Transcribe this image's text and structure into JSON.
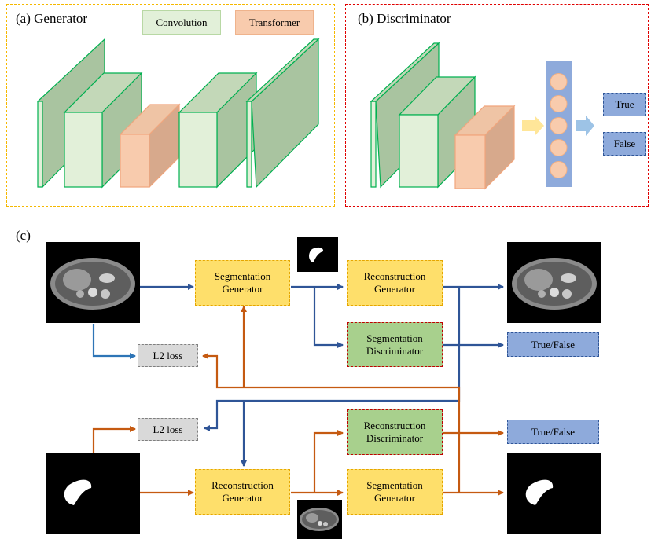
{
  "panel_a": {
    "title": "(a) Generator",
    "legend_convolution": "Convolution",
    "legend_transformer": "Transformer"
  },
  "panel_b": {
    "title": "(b) Discriminator",
    "out_true": "True",
    "out_false": "False"
  },
  "panel_c": {
    "label": "(c)",
    "top_seg_gen": "Segmentation Generator",
    "top_rec_gen": "Reconstruction Generator",
    "top_seg_disc": "Segmentation Discriminator",
    "top_l2": "L2 loss",
    "top_tf": "True/False",
    "bot_rec_disc": "Reconstruction Discriminator",
    "bot_rec_gen": "Reconstruction Generator",
    "bot_seg_gen": "Segmentation Generator",
    "bot_l2": "L2 loss",
    "bot_tf": "True/False"
  },
  "colors": {
    "conv_fill": "#e2f0d9",
    "conv_side": "#a9c4a0",
    "conv_border": "#00b050",
    "trans_fill": "#f8cbad",
    "trans_side": "#d7a98c",
    "blue_arrow": "#2f5597",
    "light_blue_arrow": "#2e75b6",
    "orange_arrow": "#c55a11",
    "generator_border": "#f5b800",
    "discriminator_border": "#e00000"
  }
}
